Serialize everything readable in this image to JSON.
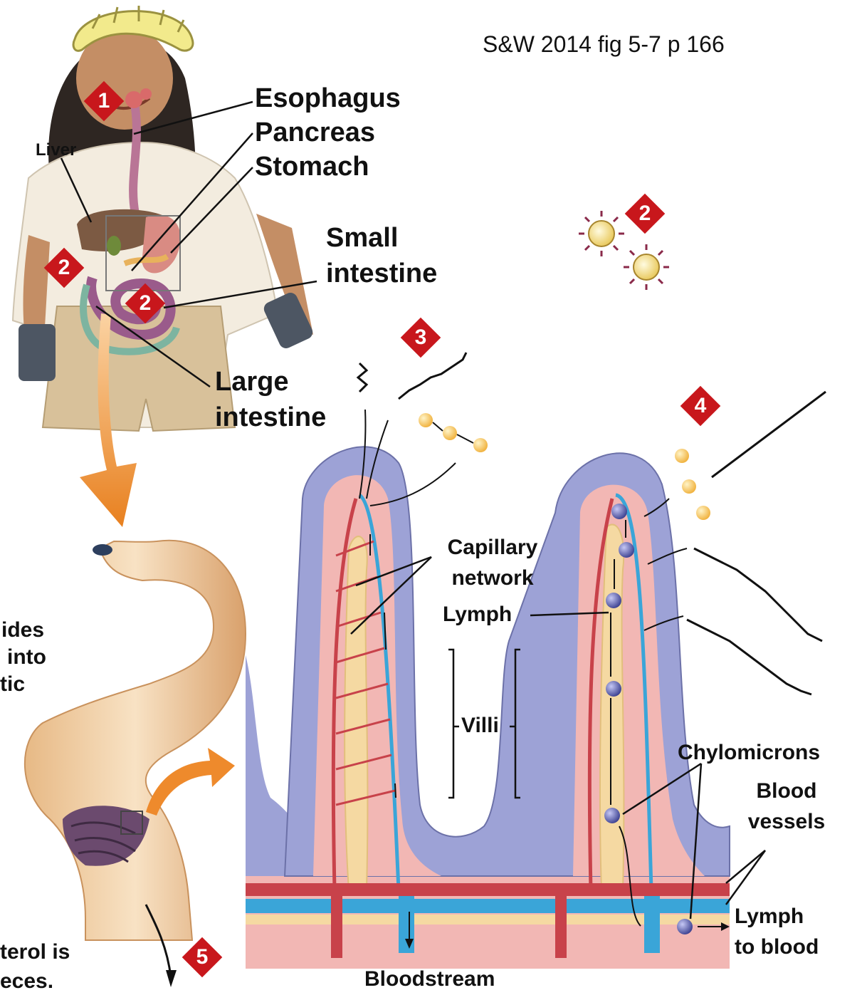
{
  "citation": "S&W 2014 fig 5-7 p 166",
  "organ_labels": {
    "esophagus": "Esophagus",
    "pancreas": "Pancreas",
    "stomach": "Stomach",
    "liver": "Liver",
    "small_intestine_line1": "Small",
    "small_intestine_line2": "intestine",
    "large_intestine_line1": "Large",
    "large_intestine_line2": "intestine"
  },
  "villus_labels": {
    "capillary_line1": "Capillary",
    "capillary_line2": "network",
    "lymph": "Lymph",
    "villi": "Villi",
    "chylomicrons": "Chylomicrons",
    "blood_vessels_line1": "Blood",
    "blood_vessels_line2": "vessels",
    "lymph_to_blood_line1": "Lymph",
    "lymph_to_blood_line2": "to blood",
    "bloodstream": "Bloodstream"
  },
  "cut_off_text": {
    "line1": "ides",
    "line2": "into",
    "line3": "tic",
    "line4": "terol is",
    "line5": "eces."
  },
  "step_badges": [
    "1",
    "2",
    "2",
    "2",
    "3",
    "4",
    "5"
  ],
  "colors": {
    "badge": "#c8171c",
    "villus_wall": "#9da2d6",
    "villus_core": "#f2b7b4",
    "lymph": "#3aa5d8",
    "blood": "#c8424a",
    "lacteal": "#f5d9a2",
    "arrow_orange": "#e8801f"
  }
}
